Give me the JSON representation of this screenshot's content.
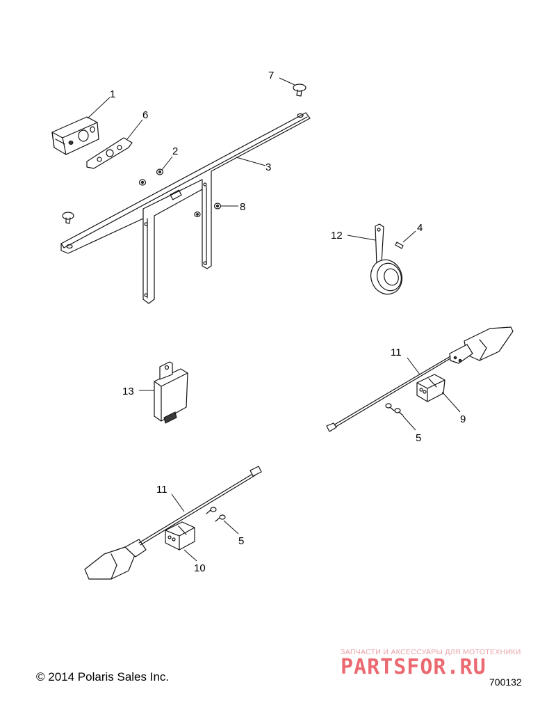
{
  "callouts": {
    "c1": "1",
    "c2": "2",
    "c3": "3",
    "c4": "4",
    "c5a": "5",
    "c5b": "5",
    "c6": "6",
    "c7": "7",
    "c8": "8",
    "c9": "9",
    "c10": "10",
    "c11a": "11",
    "c11b": "11",
    "c12": "12",
    "c13": "13"
  },
  "footer": {
    "copyright": "© 2014 Polaris Sales Inc.",
    "diagram_number": "700132"
  },
  "watermark": {
    "tagline": "ЗАПЧАСТИ И АКСЕССУАРЫ ДЛЯ МОТОТЕХНИКИ",
    "logo": "PARTSFOR.RU"
  },
  "colors": {
    "line": "#111111",
    "watermark": "#e95a63"
  }
}
